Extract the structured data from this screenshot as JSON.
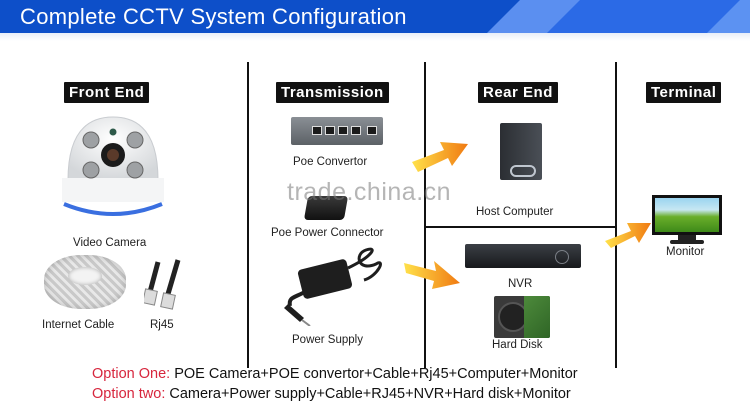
{
  "header": {
    "title": "Complete CCTV System Configuration",
    "background_color": "#0d4fc9"
  },
  "columns": [
    {
      "label": "Front End",
      "items": [
        {
          "name": "Video Camera",
          "icon": "dome-camera-icon"
        },
        {
          "name": "Internet Cable",
          "icon": "cable-coil-icon"
        },
        {
          "name": "Rj45",
          "icon": "rj45-connector-icon"
        }
      ]
    },
    {
      "label": "Transmission",
      "items": [
        {
          "name": "Poe Convertor",
          "icon": "poe-switch-icon"
        },
        {
          "name": "Poe Power Connector",
          "icon": "poe-connector-icon"
        },
        {
          "name": "Power Supply",
          "icon": "power-adapter-icon"
        }
      ]
    },
    {
      "label": "Rear End",
      "items": [
        {
          "name": "Host Computer",
          "icon": "pc-tower-icon"
        },
        {
          "name": "NVR",
          "icon": "nvr-icon"
        },
        {
          "name": "Hard Disk",
          "icon": "hard-disk-icon"
        }
      ]
    },
    {
      "label": "Terminal",
      "items": [
        {
          "name": "Monitor",
          "icon": "monitor-icon"
        }
      ]
    }
  ],
  "watermark": "trade.china.cn",
  "options": [
    {
      "label": "Option One:",
      "text": " POE Camera+POE convertor+Cable+Rj45+Computer+Monitor"
    },
    {
      "label": "Option two:",
      "text": " Camera+Power supply+Cable+RJ45+NVR+Hard disk+Monitor"
    }
  ],
  "colors": {
    "option_label": "#d7263d",
    "arrow_start": "#ffe14a",
    "arrow_end": "#f07a12",
    "divider": "#111111"
  }
}
